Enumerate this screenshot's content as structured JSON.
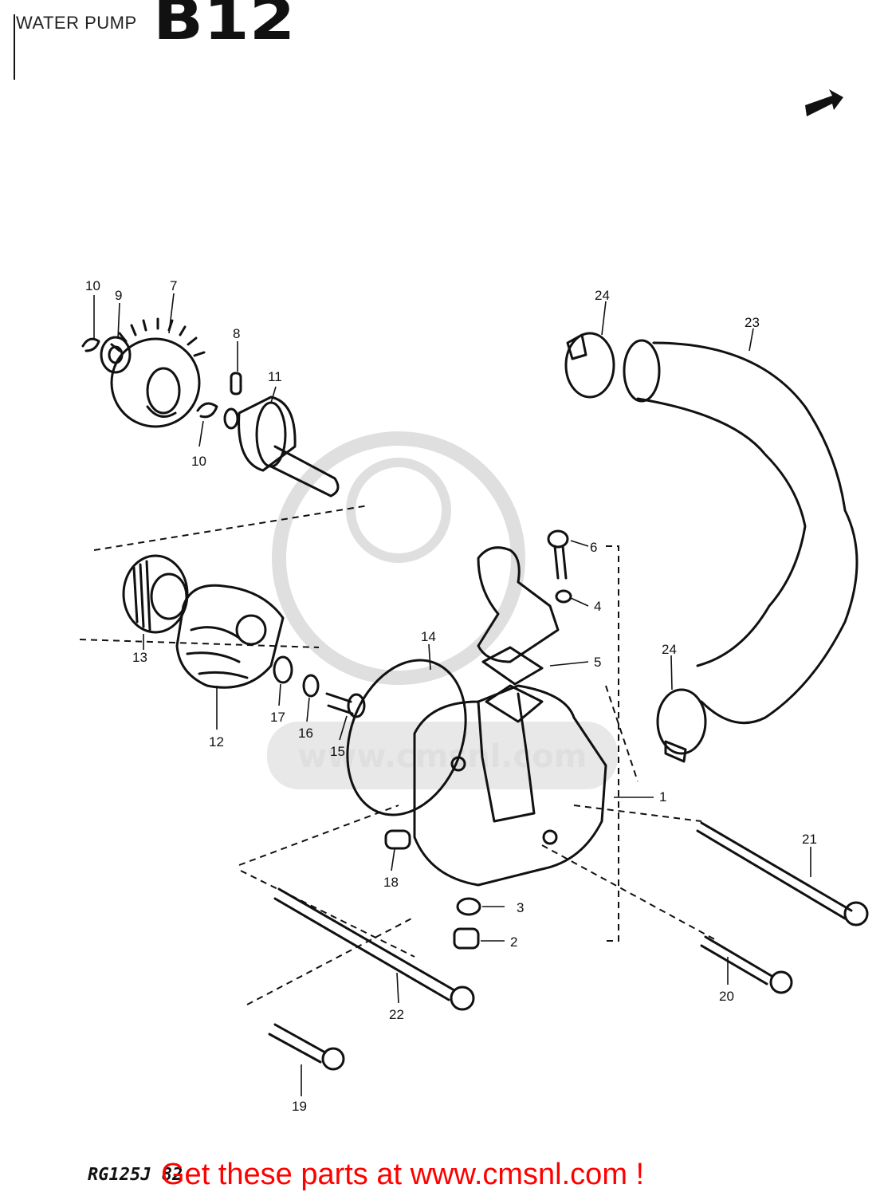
{
  "header": {
    "title": "WATER PUMP",
    "page_code": "B12"
  },
  "footer": {
    "model_code": "RG125J 82",
    "link_text": "Get these parts at www.cmsnl.com !"
  },
  "watermark": {
    "text": "www.cmsnl.com",
    "color": "#dcdcdc"
  },
  "colors": {
    "lines": "#111111",
    "footer_link": "#ff0000"
  },
  "callouts": [
    {
      "id": "1",
      "label": "1"
    },
    {
      "id": "2",
      "label": "2"
    },
    {
      "id": "3",
      "label": "3"
    },
    {
      "id": "4",
      "label": "4"
    },
    {
      "id": "5",
      "label": "5"
    },
    {
      "id": "6",
      "label": "6"
    },
    {
      "id": "7",
      "label": "7"
    },
    {
      "id": "8",
      "label": "8"
    },
    {
      "id": "9",
      "label": "9"
    },
    {
      "id": "10a",
      "label": "10"
    },
    {
      "id": "10b",
      "label": "10"
    },
    {
      "id": "11",
      "label": "11"
    },
    {
      "id": "12",
      "label": "12"
    },
    {
      "id": "13",
      "label": "13"
    },
    {
      "id": "14",
      "label": "14"
    },
    {
      "id": "15",
      "label": "15"
    },
    {
      "id": "16",
      "label": "16"
    },
    {
      "id": "17",
      "label": "17"
    },
    {
      "id": "18",
      "label": "18"
    },
    {
      "id": "19",
      "label": "19"
    },
    {
      "id": "20",
      "label": "20"
    },
    {
      "id": "21",
      "label": "21"
    },
    {
      "id": "22",
      "label": "22"
    },
    {
      "id": "23",
      "label": "23"
    },
    {
      "id": "24a",
      "label": "24"
    },
    {
      "id": "24b",
      "label": "24"
    }
  ]
}
